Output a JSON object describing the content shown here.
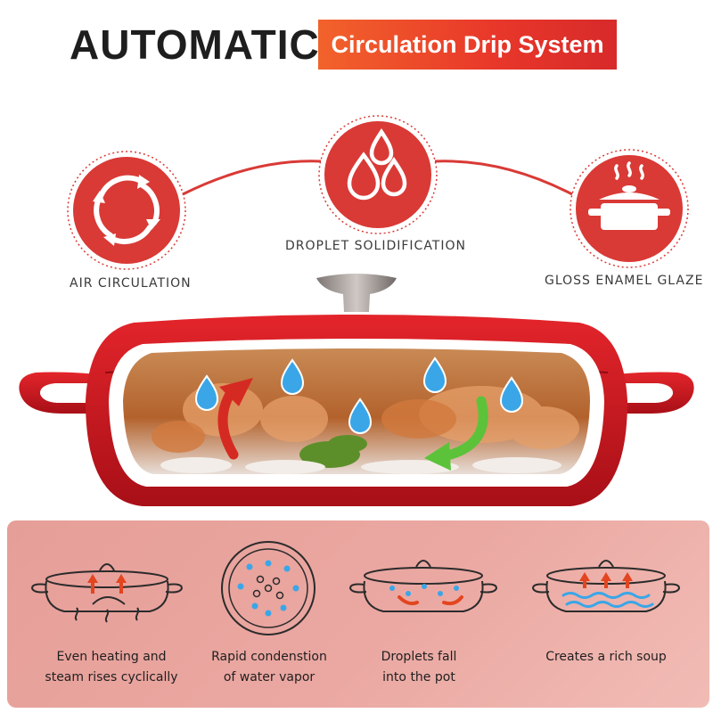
{
  "header": {
    "title": "AUTOMATIC",
    "subtitle": "Circulation Drip System"
  },
  "features": [
    {
      "label": "AIR CIRCULATION",
      "icon": "air-circulation-icon"
    },
    {
      "label": "DROPLET SOLIDIFICATION",
      "icon": "droplets-icon"
    },
    {
      "label": "GLOSS ENAMEL GLAZE",
      "icon": "pot-steam-icon"
    }
  ],
  "steps": [
    {
      "line1": "Even heating and",
      "line2": "steam rises cyclically",
      "icon": "steam-rising-icon"
    },
    {
      "line1": "Rapid condenstion",
      "line2": "of water vapor",
      "icon": "condensation-lid-icon"
    },
    {
      "line1": "Droplets fall",
      "line2": "into the pot",
      "icon": "droplets-falling-icon"
    },
    {
      "line1": "Creates a rich soup",
      "line2": "",
      "icon": "rich-soup-icon"
    }
  ],
  "colors": {
    "accent_red": "#d93a36",
    "banner_orange": "#f2622b",
    "pot_red": "#c8161d",
    "panel_pink": "#eba8a2",
    "droplet_blue": "#3aa6e8",
    "arrow_green": "#5cc23a"
  }
}
